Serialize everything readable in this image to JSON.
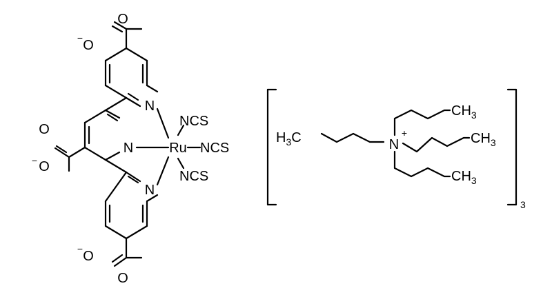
{
  "colors": {
    "ink": "#000000",
    "background": "#ffffff"
  },
  "left": {
    "carboxylates": [
      {
        "oxygen_double": "O",
        "oxygen_single": "O",
        "charge": "−"
      },
      {
        "oxygen_double": "O",
        "oxygen_single": "O",
        "charge": "−"
      },
      {
        "oxygen_double": "O",
        "oxygen_single": "O",
        "charge": "−"
      }
    ],
    "nitrogens": [
      "N",
      "N",
      "N"
    ],
    "metal": "Ru",
    "ligands": [
      "NCS",
      "NCS",
      "NCS"
    ]
  },
  "right": {
    "cation": {
      "nitrogen": "N",
      "charge": "+",
      "methyl_left": {
        "main": "H",
        "sub": "3",
        "tail": "C"
      },
      "methyl_top": {
        "main": "CH",
        "sub": "3"
      },
      "methyl_right": {
        "main": "CH",
        "sub": "3"
      },
      "methyl_bottom": {
        "main": "CH",
        "sub": "3"
      }
    },
    "stoichiometry": "3"
  }
}
